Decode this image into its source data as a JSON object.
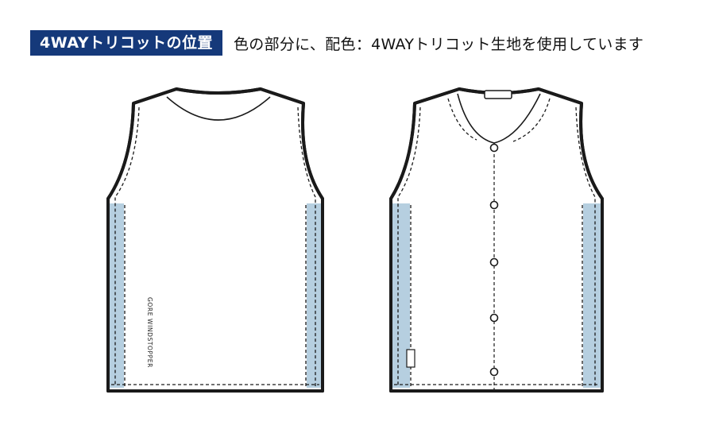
{
  "header": {
    "badge_label": "4WAYトリコットの位置",
    "description": "色の部分に、配色：4WAYトリコット生地を使用しています"
  },
  "vest_back": {
    "brand_text": "GORE WINDSTOPPER"
  },
  "colors": {
    "badge_background": "#15397a",
    "tricot_panel": "#b6cfe0",
    "outline": "#1a1a1a"
  }
}
